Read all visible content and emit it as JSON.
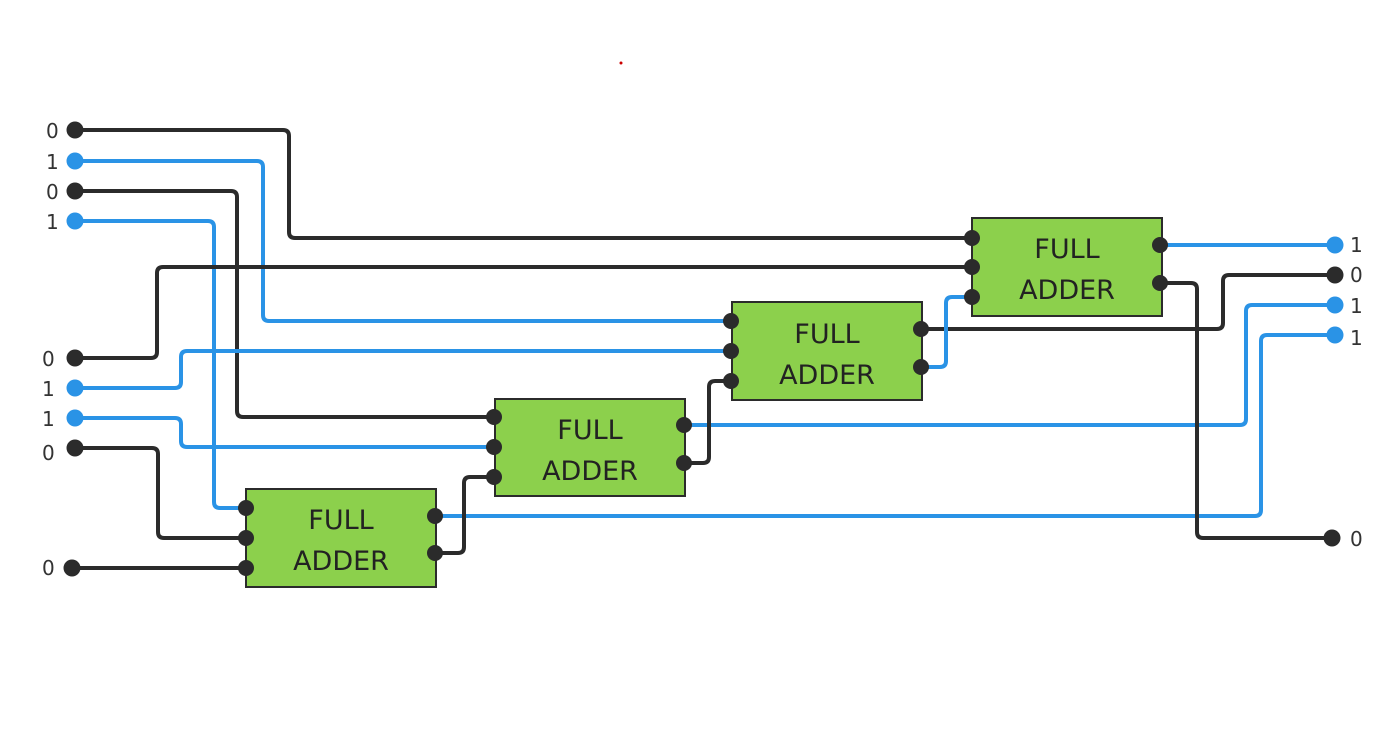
{
  "colors": {
    "active": "#2a93e6",
    "inactive": "#2b2b2b",
    "adder_fill": "#8cd04c",
    "adder_stroke": "#2b2b2b",
    "marker": "#cc0000"
  },
  "adder_label": [
    "FULL",
    "ADDER"
  ],
  "inputs": [
    {
      "id": "in0",
      "value": "0"
    },
    {
      "id": "in1",
      "value": "1"
    },
    {
      "id": "in2",
      "value": "0"
    },
    {
      "id": "in3",
      "value": "1"
    },
    {
      "id": "in4",
      "value": "0"
    },
    {
      "id": "in5",
      "value": "1"
    },
    {
      "id": "in6",
      "value": "1"
    },
    {
      "id": "in7",
      "value": "0"
    },
    {
      "id": "in8",
      "value": "0"
    }
  ],
  "outputs": [
    {
      "id": "out0",
      "value": "1"
    },
    {
      "id": "out1",
      "value": "0"
    },
    {
      "id": "out2",
      "value": "1"
    },
    {
      "id": "out3",
      "value": "1"
    },
    {
      "id": "out4",
      "value": "0"
    }
  ]
}
